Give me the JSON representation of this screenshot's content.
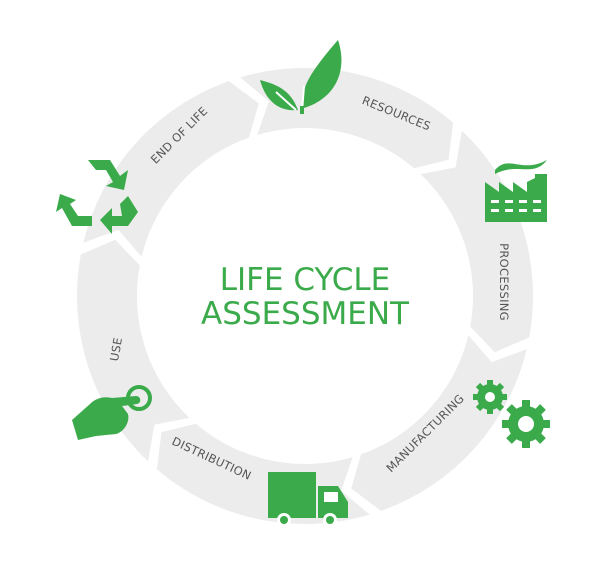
{
  "title": {
    "line1": "LIFE CYCLE",
    "line2": "ASSESSMENT"
  },
  "stages": [
    {
      "label": "RESOURCES",
      "icon": "leaf-icon"
    },
    {
      "label": "PROCESSING",
      "icon": "factory-icon"
    },
    {
      "label": "MANUFACTURING",
      "icon": "gears-icon"
    },
    {
      "label": "DISTRIBUTION",
      "icon": "truck-icon"
    },
    {
      "label": "USE",
      "icon": "hand-pointer-icon"
    },
    {
      "label": "END OF LIFE",
      "icon": "recycle-icon"
    }
  ],
  "colors": {
    "accent": "#3aaa4a",
    "ring": "#ececec",
    "label": "#555555"
  }
}
